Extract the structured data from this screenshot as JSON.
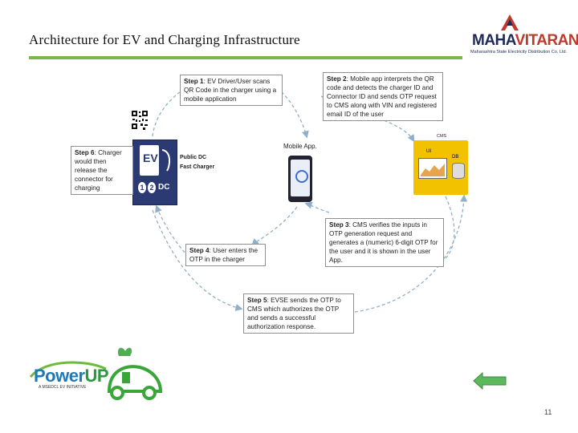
{
  "slide": {
    "title": "Architecture for EV and Charging Infrastructure",
    "page_number": "11"
  },
  "logo": {
    "maha": "MAHA",
    "vitaran": "VITARAN",
    "subtitle": "Maharashtra State Electricity Distribution Co. Ltd."
  },
  "diagram": {
    "steps": [
      {
        "label": "Step 1",
        "text": ": EV Driver/User scans QR Code in the charger using a mobile application"
      },
      {
        "label": "Step 2",
        "text": ": Mobile app interprets the QR code and detects the charger ID and Connector ID and sends OTP request to CMS along with VIN and registered email ID of the user"
      },
      {
        "label": "Step 3",
        "text": ": CMS verifies the inputs in OTP generation request and generates a (numeric) 6-digit OTP for the user and it is shown in the user App."
      },
      {
        "label": "Step 4",
        "text": ": User enters the OTP in the charger"
      },
      {
        "label": "Step 5",
        "text": ": EVSE sends the OTP to CMS which authorizes the OTP and sends a successful authorization response."
      },
      {
        "label": "Step 6",
        "text": ": Charger would then release the connector for charging"
      }
    ],
    "charger_label_1": "Public DC",
    "charger_label_2": "Fast Charger",
    "charger_ev": "EV",
    "charger_ports": "DC",
    "mobile_label": "Mobile App.",
    "cms_label": "CMS",
    "cms_ui": "UI",
    "cms_db": "DB"
  },
  "powerup": {
    "power": "Power",
    "up": "UP",
    "tagline": "A MSEDCL EV INITIATIVE"
  },
  "nav": {
    "back_arrow": "left-arrow-icon"
  },
  "colors": {
    "accent_green": "#7ab648",
    "cms_yellow": "#f2c200",
    "charger_navy": "#2b3a73",
    "arrow_green": "#5cb85c"
  }
}
